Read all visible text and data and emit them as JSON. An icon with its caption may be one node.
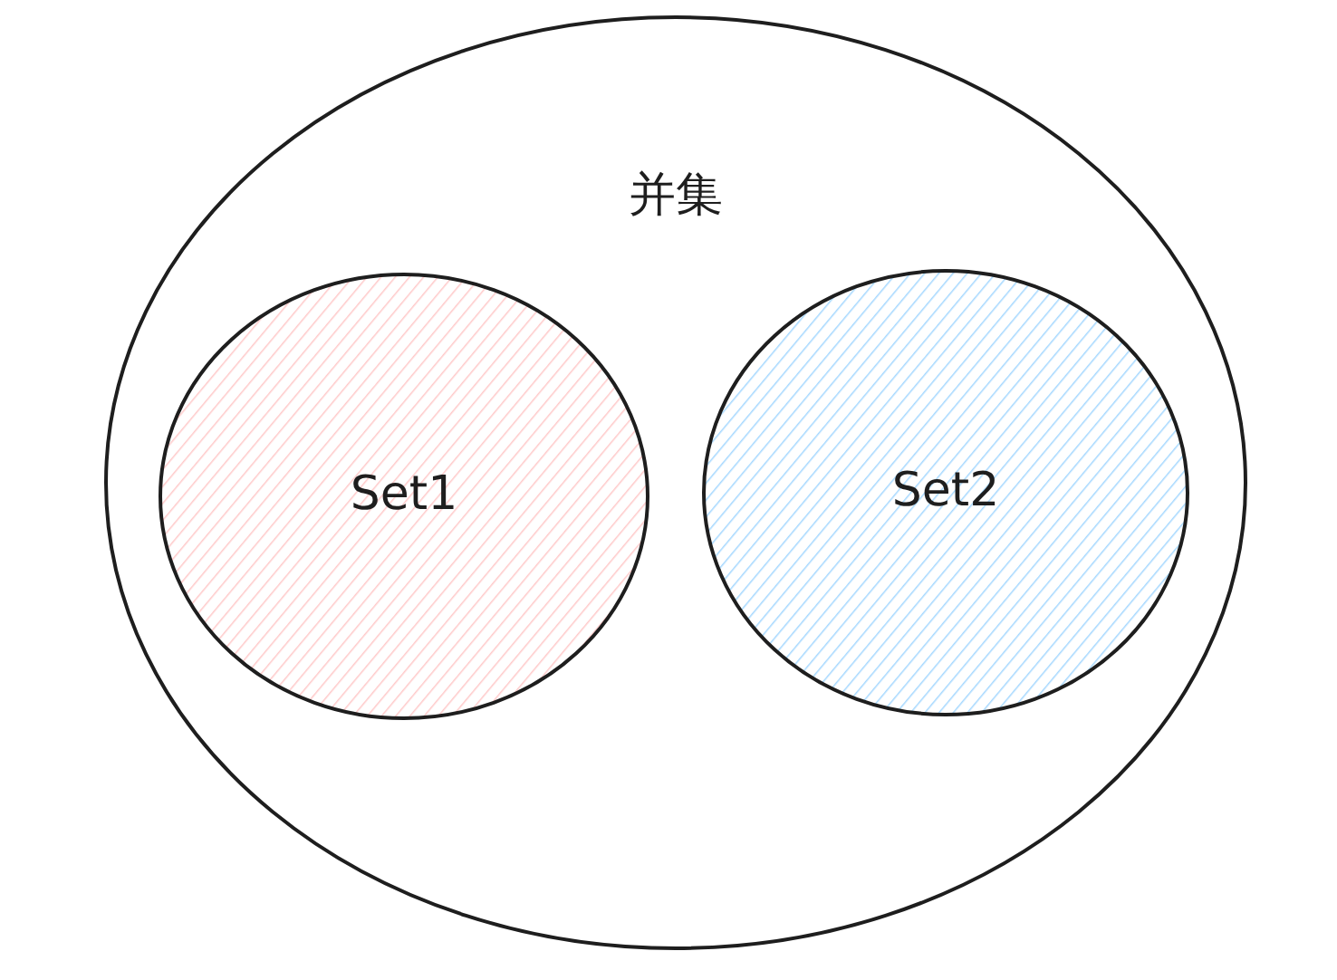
{
  "diagram": {
    "nodes": [
      {
        "text": [
          "并集"
        ]
      },
      {
        "text": [
          "Set1"
        ],
        "in": 0
      },
      {
        "text": [
          "Set2"
        ],
        "in": 0
      }
    ]
  }
}
